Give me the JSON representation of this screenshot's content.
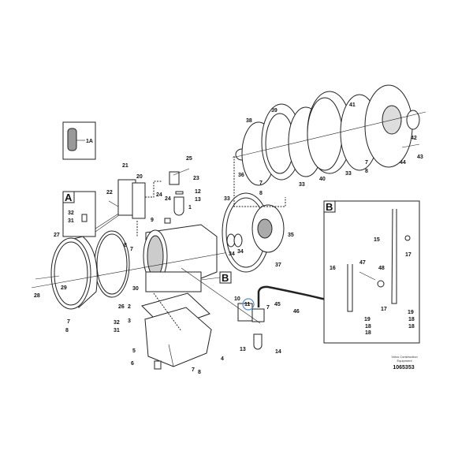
{
  "diagram": {
    "inset_a_label": "A",
    "inset_b_label": "B",
    "inset_b_ref_label": "B",
    "kit_label": "1A",
    "callouts": [
      "21",
      "20",
      "22",
      "25",
      "23",
      "24",
      "24",
      "12",
      "13",
      "1",
      "9",
      "33",
      "32",
      "31",
      "27",
      "8",
      "7",
      "29",
      "28",
      "26",
      "30",
      "2",
      "3",
      "7",
      "8",
      "32",
      "31",
      "5",
      "6",
      "4",
      "7",
      "8",
      "10",
      "11",
      "7",
      "45",
      "46",
      "13",
      "14",
      "34",
      "34",
      "35",
      "37",
      "36",
      "38",
      "39",
      "7",
      "8",
      "33",
      "40",
      "33",
      "41",
      "42",
      "44",
      "43",
      "7",
      "8",
      "15",
      "17",
      "16",
      "47",
      "48",
      "17",
      "19",
      "18",
      "18",
      "19",
      "18",
      "18"
    ],
    "highlighted_callout": "11",
    "highlight_color": "#5b8fc7",
    "watermark_line1": "Volvo Construction",
    "watermark_line2": "Equipment",
    "drawing_number": "1065353"
  }
}
